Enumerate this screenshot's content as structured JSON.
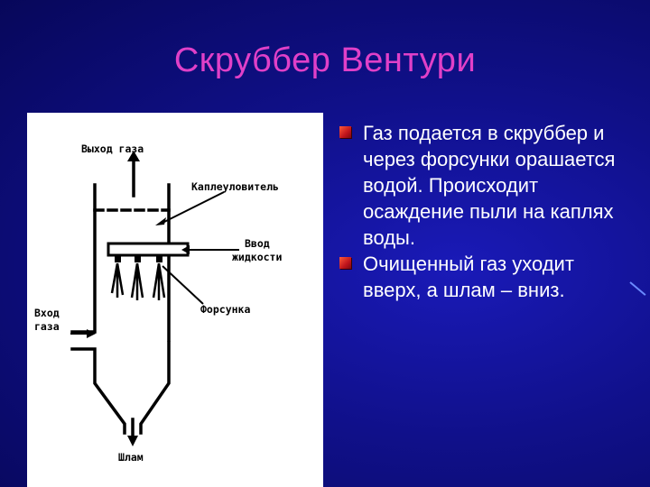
{
  "slide": {
    "title": "Скруббер Вентури"
  },
  "diagram": {
    "labels": {
      "gas_outlet": "Выход газа",
      "droplet_catcher": "Каплеуловитель",
      "liquid_inlet_line1": "Ввод",
      "liquid_inlet_line2": "жидкости",
      "nozzle": "Форсунка",
      "gas_inlet_line1": "Вход",
      "gas_inlet_line2": "газа",
      "sludge": "Шлам"
    }
  },
  "bullets": [
    {
      "text": "Газ подается в скруббер и через форсунки орашается водой. Происходит осаждение пыли на каплях воды."
    },
    {
      "text": "Очищенный газ уходит вверх, а шлам – вниз."
    }
  ],
  "colors": {
    "title": "#e040c8",
    "bullet_mark": "#c0141c",
    "background": "#10108a"
  }
}
